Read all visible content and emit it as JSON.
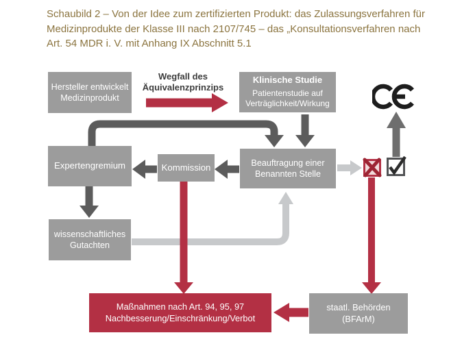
{
  "title": {
    "line1": "Schaubild 2 – Von der Idee zum zertifizierten Produkt: das Zulassungsverfahren für",
    "line2": "Medizinprodukte der Klasse III nach 2107/745 – das „Konsultationsverfahren nach",
    "line3": "Art. 54 MDR i. V. mit Anhang IX Abschnitt 5.1"
  },
  "nodes": {
    "hersteller": {
      "label": "Hersteller entwickelt Medizinprodukt"
    },
    "klinische_studie": {
      "title": "Klinische Studie",
      "subtitle": "Patientenstudie auf Verträglichkeit/Wirkung"
    },
    "expertengremium": {
      "label": "Expertengremium"
    },
    "kommission": {
      "label": "Kommission"
    },
    "beauftragung": {
      "label": "Beauftragung einer Benannten Stelle"
    },
    "gutachten": {
      "label": "wissenschaftliches Gutachten"
    },
    "massnahmen": {
      "line1": "Maßnahmen nach Art. 94, 95, 97",
      "line2": "Nachbesserung/Einschränkung/Verbot"
    },
    "behoerden": {
      "line1": "staatl. Behörden",
      "line2": "(BFArM)"
    }
  },
  "edge_label": "Wegfall des Äquivalenzprinzips",
  "icons": {
    "ce_mark": "CE",
    "reject": "x-mark",
    "approve": "check-mark"
  },
  "edges": [
    {
      "from": "hersteller",
      "to": "klinische_studie",
      "label": "Wegfall des Äquivalenzprinzips",
      "color": "red"
    },
    {
      "from": "expertengremium",
      "to": "beauftragung",
      "color": "dark-gray"
    },
    {
      "from": "klinische_studie",
      "to": "beauftragung",
      "color": "dark-gray"
    },
    {
      "from": "beauftragung",
      "to": "kommission",
      "color": "dark-gray"
    },
    {
      "from": "kommission",
      "to": "expertengremium",
      "color": "dark-gray"
    },
    {
      "from": "expertengremium",
      "to": "gutachten",
      "color": "dark-gray"
    },
    {
      "from": "gutachten",
      "to": "beauftragung",
      "color": "light-gray"
    },
    {
      "from": "beauftragung",
      "to": "reject-approve-decision",
      "color": "light-gray"
    },
    {
      "from": "approve-checkbox",
      "to": "ce-mark",
      "color": "gray"
    },
    {
      "from": "reject-checkbox",
      "to": "behoerden",
      "color": "red"
    },
    {
      "from": "kommission",
      "to": "massnahmen",
      "color": "red"
    },
    {
      "from": "behoerden",
      "to": "massnahmen",
      "color": "red"
    }
  ],
  "colors": {
    "title_text": "#8b743f",
    "box_gray": "#9c9c9c",
    "accent_red": "#b33044",
    "arrow_dark": "#5c5c5c",
    "arrow_light": "#c7c9cb",
    "label_text": "#3b3b3b"
  }
}
